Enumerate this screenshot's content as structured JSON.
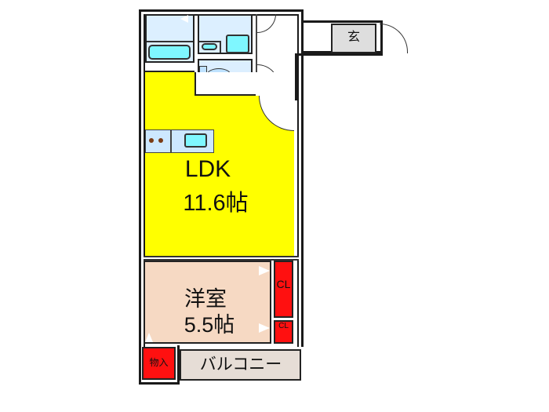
{
  "floorplan": {
    "colors": {
      "ldk": "#ffff00",
      "western_room": "#f6d9c3",
      "wet_area": "#dcefff",
      "fixture": "#7ff7ff",
      "closet": "#ff1010",
      "balcony": "#e6ddd6",
      "entrance": "#dedede",
      "wall": "#1a1a1a"
    },
    "rooms": {
      "ldk": {
        "name": "LDK",
        "size": "11.6帖"
      },
      "western": {
        "name": "洋室",
        "size": "5.5帖"
      },
      "entrance": {
        "name": "玄"
      },
      "closet_main": {
        "name": "CL"
      },
      "closet_small": {
        "name": "CL"
      },
      "storage": {
        "name": "物入"
      },
      "balcony": {
        "name": "バルコニー"
      }
    },
    "fixtures": [
      "bathtub",
      "washbasin",
      "washing-machine-space",
      "toilet",
      "kitchen-stove",
      "kitchen-sink"
    ]
  }
}
